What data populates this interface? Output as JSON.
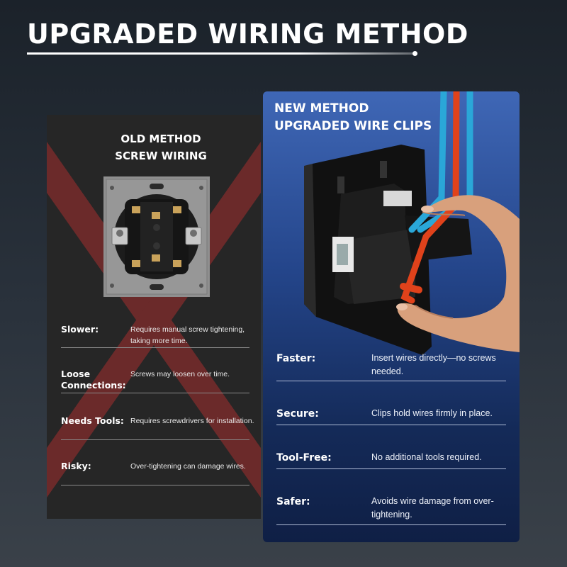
{
  "header": {
    "title": "UPGRADED WIRING METHOD"
  },
  "old_method": {
    "heading_line1": "OLD METHOD",
    "heading_line2": "SCREW WIRING",
    "rows": [
      {
        "label": "Slower:",
        "desc": "Requires manual screw tightening, taking more time."
      },
      {
        "label": "Loose Connections:",
        "desc": "Screws may loosen over time."
      },
      {
        "label": "Needs Tools:",
        "desc": "Requires screwdrivers for installation."
      },
      {
        "label": "Risky:",
        "desc": "Over-tightening can damage wires."
      }
    ]
  },
  "new_method": {
    "heading_line1": "NEW METHOD",
    "heading_line2": "UPGRADED WIRE CLIPS",
    "rows": [
      {
        "label": "Faster:",
        "desc": "Insert wires directly—no screws needed."
      },
      {
        "label": "Secure:",
        "desc": "Clips hold wires firmly in place."
      },
      {
        "label": "Tool-Free:",
        "desc": "No additional tools required."
      },
      {
        "label": "Safer:",
        "desc": "Avoids wire damage from over-tightening."
      }
    ]
  },
  "colors": {
    "old_cross": "#6b2a2a",
    "new_card_top": "#3f67b6",
    "wire_blue": "#2aa7d8",
    "wire_red": "#e0421b"
  }
}
